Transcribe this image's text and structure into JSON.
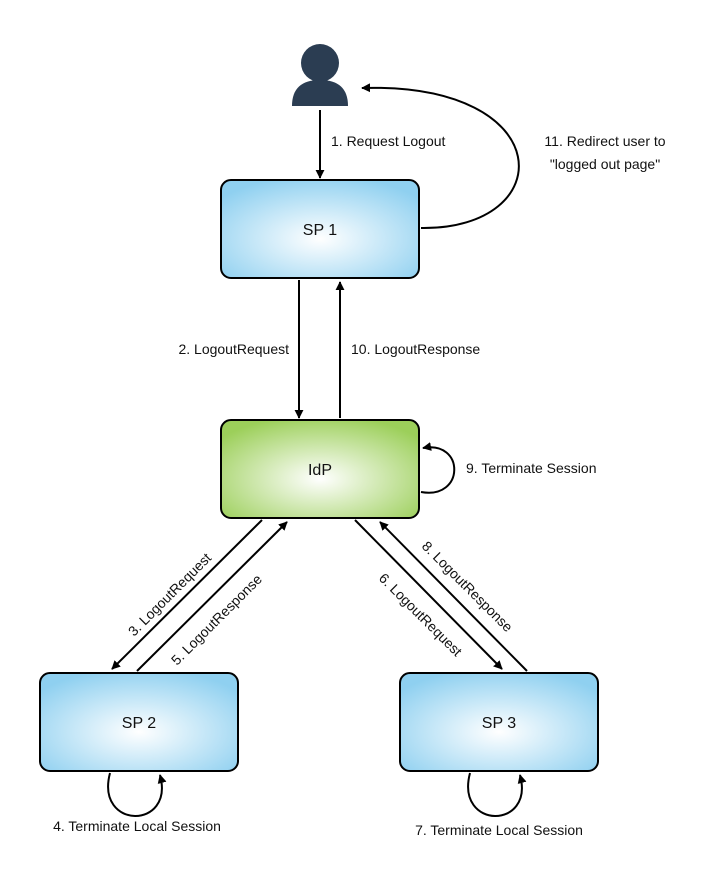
{
  "nodes": {
    "user": {
      "icon": "user-icon"
    },
    "sp1": {
      "label": "SP 1"
    },
    "idp": {
      "label": "IdP"
    },
    "sp2": {
      "label": "SP 2"
    },
    "sp3": {
      "label": "SP 3"
    }
  },
  "colors": {
    "sp_fill_center": "#ffffff",
    "sp_fill_edge": "#8fd0f0",
    "idp_fill_center": "#ffffff",
    "idp_fill_edge": "#9ccf5a",
    "user_icon": "#2b3d52"
  },
  "steps": {
    "s1": "1. Request Logout",
    "s2": "2. LogoutRequest",
    "s3": "3. LogoutRequest",
    "s4": "4. Terminate Local Session",
    "s5": "5. LogoutResponse",
    "s6": "6. LogoutRequest",
    "s7": "7. Terminate Local Session",
    "s8": "8. LogoutResponse",
    "s9": "9. Terminate Session",
    "s10": "10. LogoutResponse",
    "s11_line1": "11. Redirect user to",
    "s11_line2": "\"logged out page\""
  }
}
